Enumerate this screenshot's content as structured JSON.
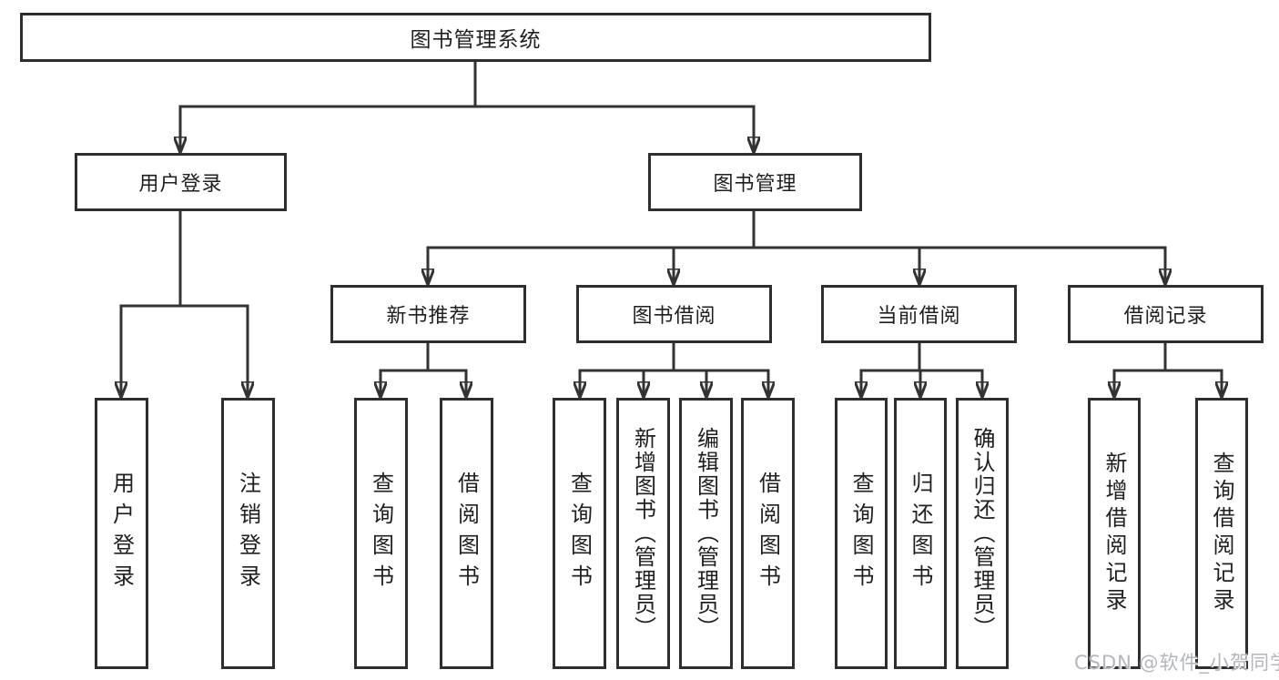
{
  "diagram": {
    "title": "图书管理系统",
    "level2": [
      {
        "label": "用户登录"
      },
      {
        "label": "图书管理"
      }
    ],
    "level3": [
      {
        "label": "新书推荐"
      },
      {
        "label": "图书借阅"
      },
      {
        "label": "当前借阅"
      },
      {
        "label": "借阅记录"
      }
    ],
    "leaves": {
      "user": [
        "用户登录",
        "注销登录"
      ],
      "newbook": [
        "查询图书",
        "借阅图书"
      ],
      "borrow": [
        "查询图书",
        "新增图书（管理员）",
        "编辑图书（管理员）",
        "借阅图书"
      ],
      "current": [
        "查询图书",
        "归还图书",
        "确认归还（管理员）"
      ],
      "records": [
        "新增借阅记录",
        "查询借阅记录"
      ]
    }
  },
  "watermark": {
    "text": "CSDN @软件_小贺同学"
  },
  "palette": {
    "background": "#ffffff",
    "line": "#333333",
    "box_border": "#2e2e2e",
    "text": "#1f1f1f",
    "watermark_text": "#b3b6bb"
  }
}
